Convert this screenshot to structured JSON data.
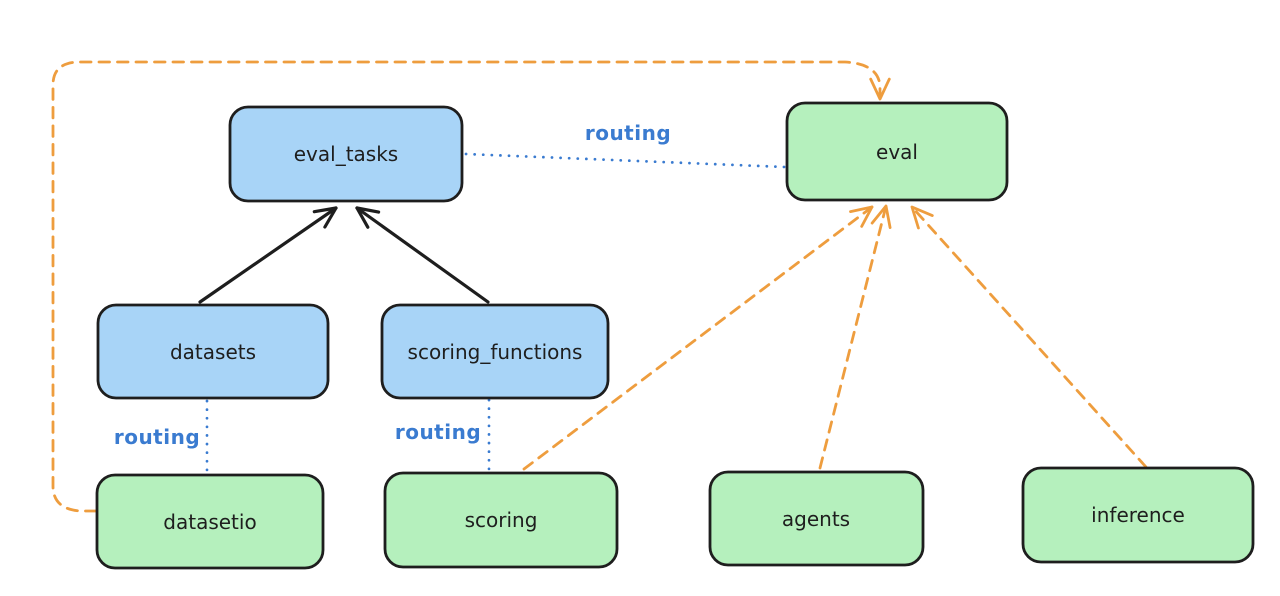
{
  "diagram": {
    "nodes": {
      "eval_tasks": {
        "label": "eval_tasks",
        "fill": "#a8d4f7"
      },
      "datasets": {
        "label": "datasets",
        "fill": "#a8d4f7"
      },
      "scoring_functions": {
        "label": "scoring_functions",
        "fill": "#a8d4f7"
      },
      "eval": {
        "label": "eval",
        "fill": "#b5f0bd"
      },
      "datasetio": {
        "label": "datasetio",
        "fill": "#b5f0bd"
      },
      "scoring": {
        "label": "scoring",
        "fill": "#b5f0bd"
      },
      "agents": {
        "label": "agents",
        "fill": "#b5f0bd"
      },
      "inference": {
        "label": "inference",
        "fill": "#b5f0bd"
      }
    },
    "edges": [
      {
        "from": "datasets",
        "to": "eval_tasks",
        "style": "solid-black-arrow",
        "label": ""
      },
      {
        "from": "scoring_functions",
        "to": "eval_tasks",
        "style": "solid-black-arrow",
        "label": ""
      },
      {
        "from": "eval_tasks",
        "to": "eval",
        "style": "dotted-blue",
        "label": "routing"
      },
      {
        "from": "datasets",
        "to": "datasetio",
        "style": "dotted-blue",
        "label": "routing"
      },
      {
        "from": "scoring_functions",
        "to": "scoring",
        "style": "dotted-blue",
        "label": "routing"
      },
      {
        "from": "datasetio",
        "to": "eval",
        "style": "dashed-orange-arrow",
        "label": ""
      },
      {
        "from": "scoring",
        "to": "eval",
        "style": "dashed-orange-arrow",
        "label": ""
      },
      {
        "from": "agents",
        "to": "eval",
        "style": "dashed-orange-arrow",
        "label": ""
      },
      {
        "from": "inference",
        "to": "eval",
        "style": "dashed-orange-arrow",
        "label": ""
      }
    ]
  },
  "colors": {
    "node_stroke": "#1e1e1e",
    "text": "#1e1e1e",
    "solid_edge_black": "#1e1e1e",
    "dotted_edge_blue": "#3a7bd0",
    "routing_label_blue": "#3a7bd0",
    "dashed_edge_orange": "#ee9d3e",
    "background": "#ffffff"
  }
}
